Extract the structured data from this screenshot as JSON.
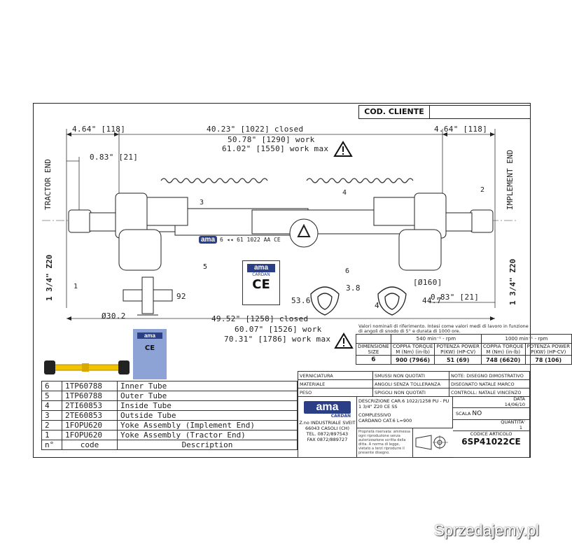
{
  "header": {
    "cod_cliente": "COD. CLIENTE"
  },
  "dimensions": {
    "yoke_left": "4.64\" [118]",
    "yoke_right": "4.64\" [118]",
    "closed": "40.23\" [1022] closed",
    "work": "50.78\" [1290] work",
    "work_max": "61.02\" [1550] work max",
    "offset_left": "0.83\" [21]",
    "offset_right": "0.83\" [21]",
    "closed_total": "49.52\" [1258] closed",
    "work_total": "60.07\" [1526] work",
    "work_max_total": "70.31\" [1786] work max",
    "cross_92": "92",
    "cross_dia": "Ø30.2",
    "tube_dia": "[Ø160]",
    "profile_38": "3.8",
    "profile_536": "53.6",
    "profile_4": "4",
    "profile_447": "44.7",
    "spline_left": "1 3/4\" Z20",
    "spline_right": "1 3/4\" Z20",
    "tractor_end": "TRACTOR END",
    "implement_end": "IMPLEMENT END"
  },
  "callouts": [
    "1",
    "2",
    "3",
    "4",
    "5",
    "6"
  ],
  "tube_marking": {
    "brand": "ama",
    "text": "6 ◂◂ 61 1022 AA CE"
  },
  "manual": {
    "brand": "ama",
    "sub": "CARDAN",
    "ce": "CE"
  },
  "thumb_label": {
    "brand": "ama",
    "ce": "CE"
  },
  "parts": [
    {
      "num": "6",
      "code": "1TP60788",
      "desc": "Inner Tube"
    },
    {
      "num": "5",
      "code": "1TP60788",
      "desc": "Outer Tube"
    },
    {
      "num": "4",
      "code": "2TI60853",
      "desc": "Inside Tube"
    },
    {
      "num": "3",
      "code": "2TE60853",
      "desc": "Outside Tube"
    },
    {
      "num": "2",
      "code": "1FOPU620",
      "desc": "Yoke Assembly (Implement End)"
    },
    {
      "num": "1",
      "code": "1FOPU620",
      "desc": "Yoke Assembly (Tractor End)"
    }
  ],
  "parts_header": {
    "num": "n°",
    "code": "code",
    "desc": "Description"
  },
  "spec": {
    "note": "Valori nominali di riferimento. Intesi come valori medi di lavoro in funzione di angoli di snodo di 5° e durata di 1000 ore.",
    "rpm540": "540 min⁻¹ - rpm",
    "rpm1000": "1000 min⁻¹ - rpm",
    "dimensione": "DIMENSIONE",
    "size": "SIZE",
    "coppia": "COPPIA TORQUE",
    "coppia_unit": "M (Nm) (in-lb)",
    "potenza": "POTENZA POWER",
    "potenza_unit": "P(KW) (HP-CV)",
    "size_value": "6",
    "t540": "900 (7966)",
    "p540": "51 (69)",
    "t1000": "748 (6620)",
    "p1000": "78 (106)"
  },
  "titleblock": {
    "verniciatura": "VERNICIATURA",
    "materiale": "MATERIALE",
    "peso": "PESO",
    "smussi": "SMUSSI NON QUOTATI",
    "angoli": "ANGOLI SENZA TOLLERANZA",
    "spigoli": "SPIGOLI NON QUOTATI",
    "note_disegno": "NOTE: DISEGNO DIMOSTRATIVO",
    "disegnato": "DISEGNATO  NATALE MARCO",
    "controllo": "CONTROLL: NATALE VINCENZO",
    "descrizione": "DESCRIZIONE CAR.6 1022/1258 PU - PU",
    "descrizione2": "1 3/4\" Z20 CE SS",
    "complessivo": "COMPLESSIVO",
    "complessivo_val": "CARDANO CAT.6 L=900",
    "data_label": "DATA",
    "data_val": "14/06/10",
    "scala_label": "SCALA",
    "scala_val": "NO",
    "quantita_label": "QUANTITA'",
    "quantita_val": "1",
    "codice_label": "CODICE ARTICOLO",
    "codice_val": "6SP41022CE",
    "logo": "ama",
    "logo_sub": "CARDAN",
    "company_addr": "Z.no INDUSTRIALE SVEIT",
    "company_city": "66043 CASOLI (CH)",
    "company_tel": "TEL. 0872/897543",
    "company_fax": "FAX 0872/889727",
    "proprieta": "Proprietà riservata: ammessa ogni riproduzione senza autorizzazione scritta della ditta. A norma di legge, vietato a terzi riprodurre il presente disegno."
  },
  "watermark": "Sprzedajemy.pl",
  "colors": {
    "shaft_yellow": "#f2c300",
    "logo_blue": "#2b3f86",
    "line": "#222222"
  }
}
